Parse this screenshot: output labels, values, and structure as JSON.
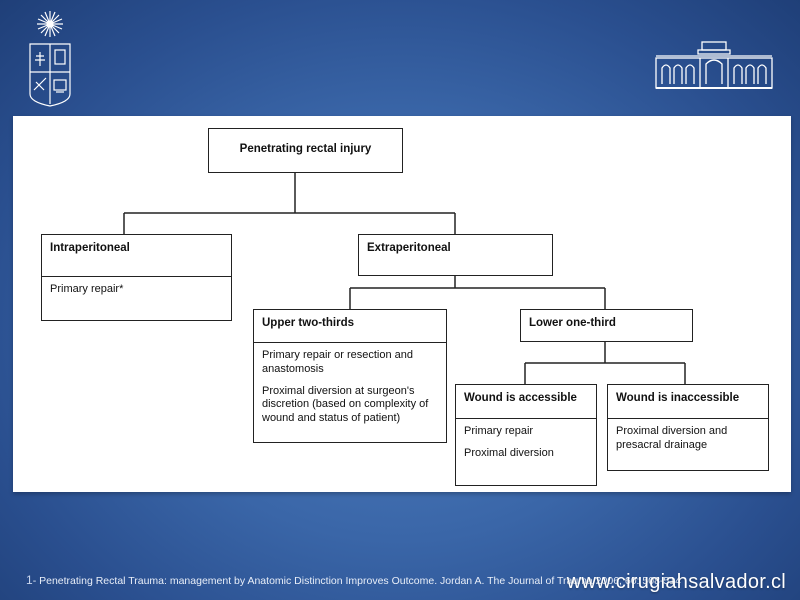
{
  "diagram": {
    "root": "Penetrating rectal injury",
    "intraperitoneal": {
      "title": "Intraperitoneal",
      "items": [
        "Primary repair*"
      ]
    },
    "extraperitoneal": {
      "title": "Extraperitoneal"
    },
    "upper": {
      "title": "Upper two-thirds",
      "items": [
        "Primary repair or resection and anastomosis",
        "Proximal diversion at surgeon's discretion (based on complexity of wound and status of patient)"
      ]
    },
    "lower": {
      "title": "Lower one-third"
    },
    "accessible": {
      "title": "Wound  is accessible",
      "items": [
        "Primary repair",
        "Proximal diversion"
      ]
    },
    "inaccessible": {
      "title": "Wound  is inaccessible",
      "items": [
        "Proximal diversion and presacral drainage"
      ]
    }
  },
  "footer": {
    "ref_number": "1",
    "reference": "- Penetrating Rectal Trauma: management by Anatomic Distinction Improves Outcome. Jordan A. The Journal of Trauma 2006, 60: 508-514",
    "website": "www.cirugiahsalvador.cl"
  },
  "colors": {
    "background": "#3a66a8",
    "line": "#222222"
  },
  "icons": {
    "left_logo": "university-crest-icon",
    "right_logo": "hospital-building-icon"
  }
}
